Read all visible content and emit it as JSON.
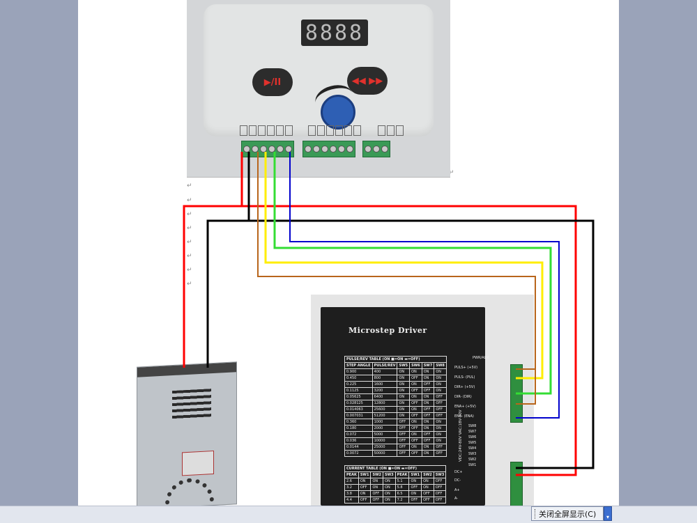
{
  "controller": {
    "display_value": "8888",
    "button_play_pause": "▶/II",
    "button_direction": "◀◀ ▶▶"
  },
  "driver": {
    "title": "Microstep Driver",
    "pulse_table": {
      "heading": "PULSE/REV TABLE  (ON ■=ON ▬=OFF)",
      "columns": [
        "STEP ANGLE",
        "PULSE/REV",
        "SW5",
        "SW6",
        "SW7",
        "SW8"
      ],
      "rows": [
        [
          "0.900",
          "400",
          "ON",
          "ON",
          "ON",
          "ON"
        ],
        [
          "0.450",
          "800",
          "ON",
          "OFF",
          "ON",
          "ON"
        ],
        [
          "0.225",
          "1600",
          "ON",
          "ON",
          "OFF",
          "ON"
        ],
        [
          "0.1125",
          "3200",
          "ON",
          "OFF",
          "OFF",
          "ON"
        ],
        [
          "0.05625",
          "6400",
          "ON",
          "ON",
          "ON",
          "OFF"
        ],
        [
          "0.028125",
          "12800",
          "ON",
          "OFF",
          "ON",
          "OFF"
        ],
        [
          "0.014063",
          "25600",
          "ON",
          "ON",
          "OFF",
          "OFF"
        ],
        [
          "0.007031",
          "51200",
          "ON",
          "OFF",
          "OFF",
          "OFF"
        ],
        [
          "0.360",
          "1000",
          "OFF",
          "ON",
          "ON",
          "ON"
        ],
        [
          "0.180",
          "2000",
          "OFF",
          "OFF",
          "ON",
          "ON"
        ],
        [
          "0.072",
          "5000",
          "OFF",
          "ON",
          "OFF",
          "ON"
        ],
        [
          "0.036",
          "10000",
          "OFF",
          "OFF",
          "OFF",
          "ON"
        ],
        [
          "0.0144",
          "25000",
          "OFF",
          "ON",
          "ON",
          "OFF"
        ],
        [
          "0.0072",
          "50000",
          "OFF",
          "OFF",
          "ON",
          "OFF"
        ]
      ]
    },
    "current_table": {
      "heading": "CURRENT TABLE  (ON ■=ON ▬=OFF)",
      "columns": [
        "PEAK",
        "SW1",
        "SW2",
        "SW3",
        "PEAK",
        "SW1",
        "SW2",
        "SW3"
      ],
      "rows": [
        [
          "2.6",
          "ON",
          "ON",
          "ON",
          "5.1",
          "ON",
          "ON",
          "OFF"
        ],
        [
          "3.2",
          "OFF",
          "ON",
          "ON",
          "5.8",
          "OFF",
          "ON",
          "OFF"
        ],
        [
          "3.8",
          "ON",
          "OFF",
          "ON",
          "6.5",
          "ON",
          "OFF",
          "OFF"
        ],
        [
          "4.4",
          "OFF",
          "OFF",
          "ON",
          "7.2",
          "OFF",
          "OFF",
          "OFF"
        ]
      ]
    },
    "pwr_alm": "PWR/ALM",
    "signal_pins": [
      "PULS+ (+5V)",
      "PULS- (PUL)",
      "DIR+ (+5V)",
      "DIR- (DIR)",
      "ENA+ (+5V)",
      "ENA- (ENA)"
    ],
    "power_pins": [
      "DC+",
      "DC-",
      "A+",
      "A-"
    ],
    "voltage": "VDC:24V-80V  VAC:18V-70V",
    "switches": [
      "SW8",
      "SW7",
      "SW6",
      "SW5",
      "SW4",
      "SW3",
      "SW2",
      "SW1"
    ]
  },
  "taskbar": {
    "fullscreen_close_label": "关闭全屏显示(C)"
  },
  "colors": {
    "wire_red": "#ff0000",
    "wire_black": "#000000",
    "wire_brown": "#b8651b",
    "wire_yellow": "#ffee00",
    "wire_green": "#33dd33",
    "wire_blue": "#0000cc",
    "page_bg": "#ffffff",
    "side_bg": "#9aa3b9"
  }
}
